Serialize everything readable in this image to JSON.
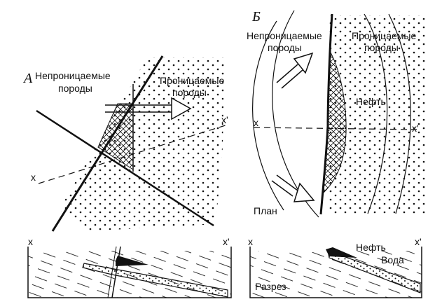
{
  "panel_a": {
    "letter": "А",
    "impermeable_line1": "Непроницаемые",
    "impermeable_line2": "породы",
    "permeable_line1": "Проницаемые",
    "permeable_line2": "породы",
    "x_left": "x",
    "x_right": "x'"
  },
  "panel_b": {
    "letter": "Б",
    "impermeable_line1": "Непроницаемые",
    "impermeable_line2": "породы",
    "permeable_line1": "Проницаемые",
    "permeable_line2": "породы",
    "oil": "Нефть",
    "x_left": "x",
    "x_right": "x'",
    "plan": "План"
  },
  "section_a": {
    "x_left": "x",
    "x_right": "x'"
  },
  "section_b": {
    "x_left": "x",
    "x_right": "x'",
    "oil": "Нефть",
    "water": "Вода",
    "section": "Разрез"
  }
}
